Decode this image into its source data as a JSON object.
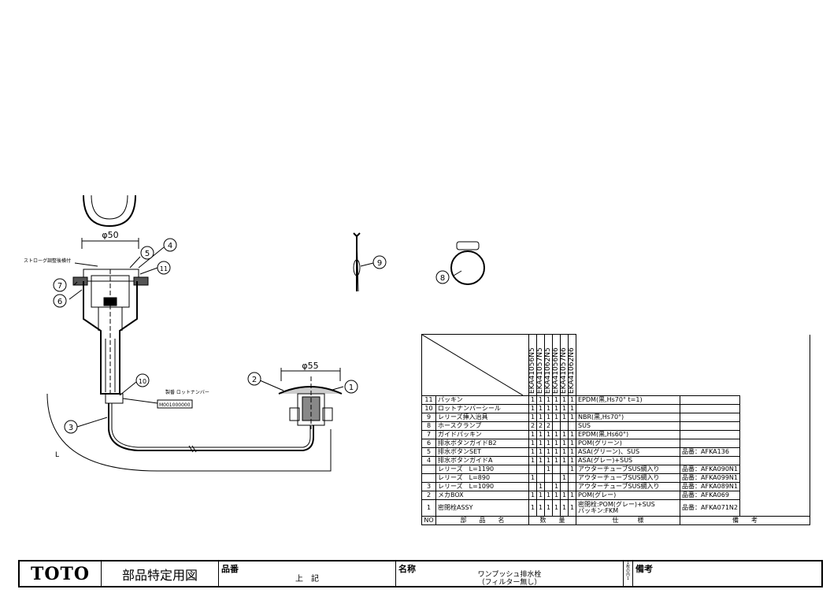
{
  "drawing": {
    "dim_phi50": "φ50",
    "dim_phi55": "φ55",
    "strainer_label": "ストローグ調整後横付",
    "lot_plate_label": "製番 ロットナンバー",
    "lot_plate_code": "M001000000",
    "dim_L": "L",
    "balloons": [
      "1",
      "2",
      "3",
      "4",
      "5",
      "6",
      "7",
      "8",
      "9",
      "10",
      "11"
    ]
  },
  "table": {
    "models": [
      "EKA41056N5",
      "EKA41057N5",
      "EKA41062N5",
      "EKA41056N6",
      "EKA41057N6",
      "EKA41062N6"
    ],
    "rows": [
      {
        "no": "11",
        "name": "パッキン",
        "q": [
          "1",
          "1",
          "1",
          "1",
          "1",
          "1"
        ],
        "spec": "EPDM(黒,Hs70° t=1)",
        "remark": ""
      },
      {
        "no": "10",
        "name": "ロットナンバーシール",
        "q": [
          "1",
          "1",
          "1",
          "1",
          "1",
          "1"
        ],
        "spec": "",
        "remark": ""
      },
      {
        "no": "9",
        "name": "レリーズ挿入治具",
        "q": [
          "1",
          "1",
          "1",
          "1",
          "1",
          "1"
        ],
        "spec": "NBR(黒,Hs70°)",
        "remark": ""
      },
      {
        "no": "8",
        "name": "ホースクランプ",
        "q": [
          "2",
          "2",
          "2",
          "",
          "",
          ""
        ],
        "spec": "SUS",
        "remark": ""
      },
      {
        "no": "7",
        "name": "ガイドパッキン",
        "q": [
          "1",
          "1",
          "1",
          "1",
          "1",
          "1"
        ],
        "spec": "EPDM(黒,Hs60°)",
        "remark": ""
      },
      {
        "no": "6",
        "name": "排水ボタンガイドB2",
        "q": [
          "1",
          "1",
          "1",
          "1",
          "1",
          "1"
        ],
        "spec": "POM(グリーン)",
        "remark": ""
      },
      {
        "no": "5",
        "name": "排水ボタンSET",
        "q": [
          "1",
          "1",
          "1",
          "1",
          "1",
          "1"
        ],
        "spec": "ASA(グリーン)、SUS",
        "remark": "品番：AFKA136"
      },
      {
        "no": "4",
        "name": "排水ボタンガイドA",
        "q": [
          "1",
          "1",
          "1",
          "1",
          "1",
          "1"
        ],
        "spec": "ASA(グレー)+SUS",
        "remark": ""
      },
      {
        "no": "",
        "name": "レリーズ　L=1190",
        "q": [
          "",
          "",
          "1",
          "",
          "",
          "1"
        ],
        "spec": "アウターチューブSUS網入り",
        "remark": "品番：AFKA090N1"
      },
      {
        "no": "",
        "name": "レリーズ　L=890",
        "q": [
          "1",
          "",
          "",
          "",
          "1",
          ""
        ],
        "spec": "アウターチューブSUS網入り",
        "remark": "品番：AFKA099N1"
      },
      {
        "no": "3",
        "name": "レリーズ　L=1090",
        "q": [
          "",
          "1",
          "",
          "1",
          "",
          ""
        ],
        "spec": "アウターチューブSUS網入り",
        "remark": "品番：AFKA089N1"
      },
      {
        "no": "2",
        "name": "メカBOX",
        "q": [
          "1",
          "1",
          "1",
          "1",
          "1",
          "1"
        ],
        "spec": "POM(グレー)",
        "remark": "品番：AFKA069"
      },
      {
        "no": "1",
        "name": "密閉栓ASSY",
        "q": [
          "1",
          "1",
          "1",
          "1",
          "1",
          "1"
        ],
        "spec": "密閉栓:POM(グレー)+SUS\nパッキン:FKM",
        "remark": "品番：AFKA071N2"
      }
    ],
    "header": {
      "no": "NO",
      "name": "部　　品　　名",
      "qty": "数　　量",
      "spec": "仕　　　様",
      "remark": "備　　考"
    }
  },
  "title_block": {
    "logo": "TOTO",
    "doc_type": "部品特定用図",
    "part_no_label": "品番",
    "part_no_value": "上　記",
    "name_label": "名称",
    "name_line1": "ワンプッシュ排水栓",
    "name_line2": "（フィルター無し）",
    "note_small": "1\n枚\nの\n内\n1",
    "remarks_label": "備考"
  }
}
